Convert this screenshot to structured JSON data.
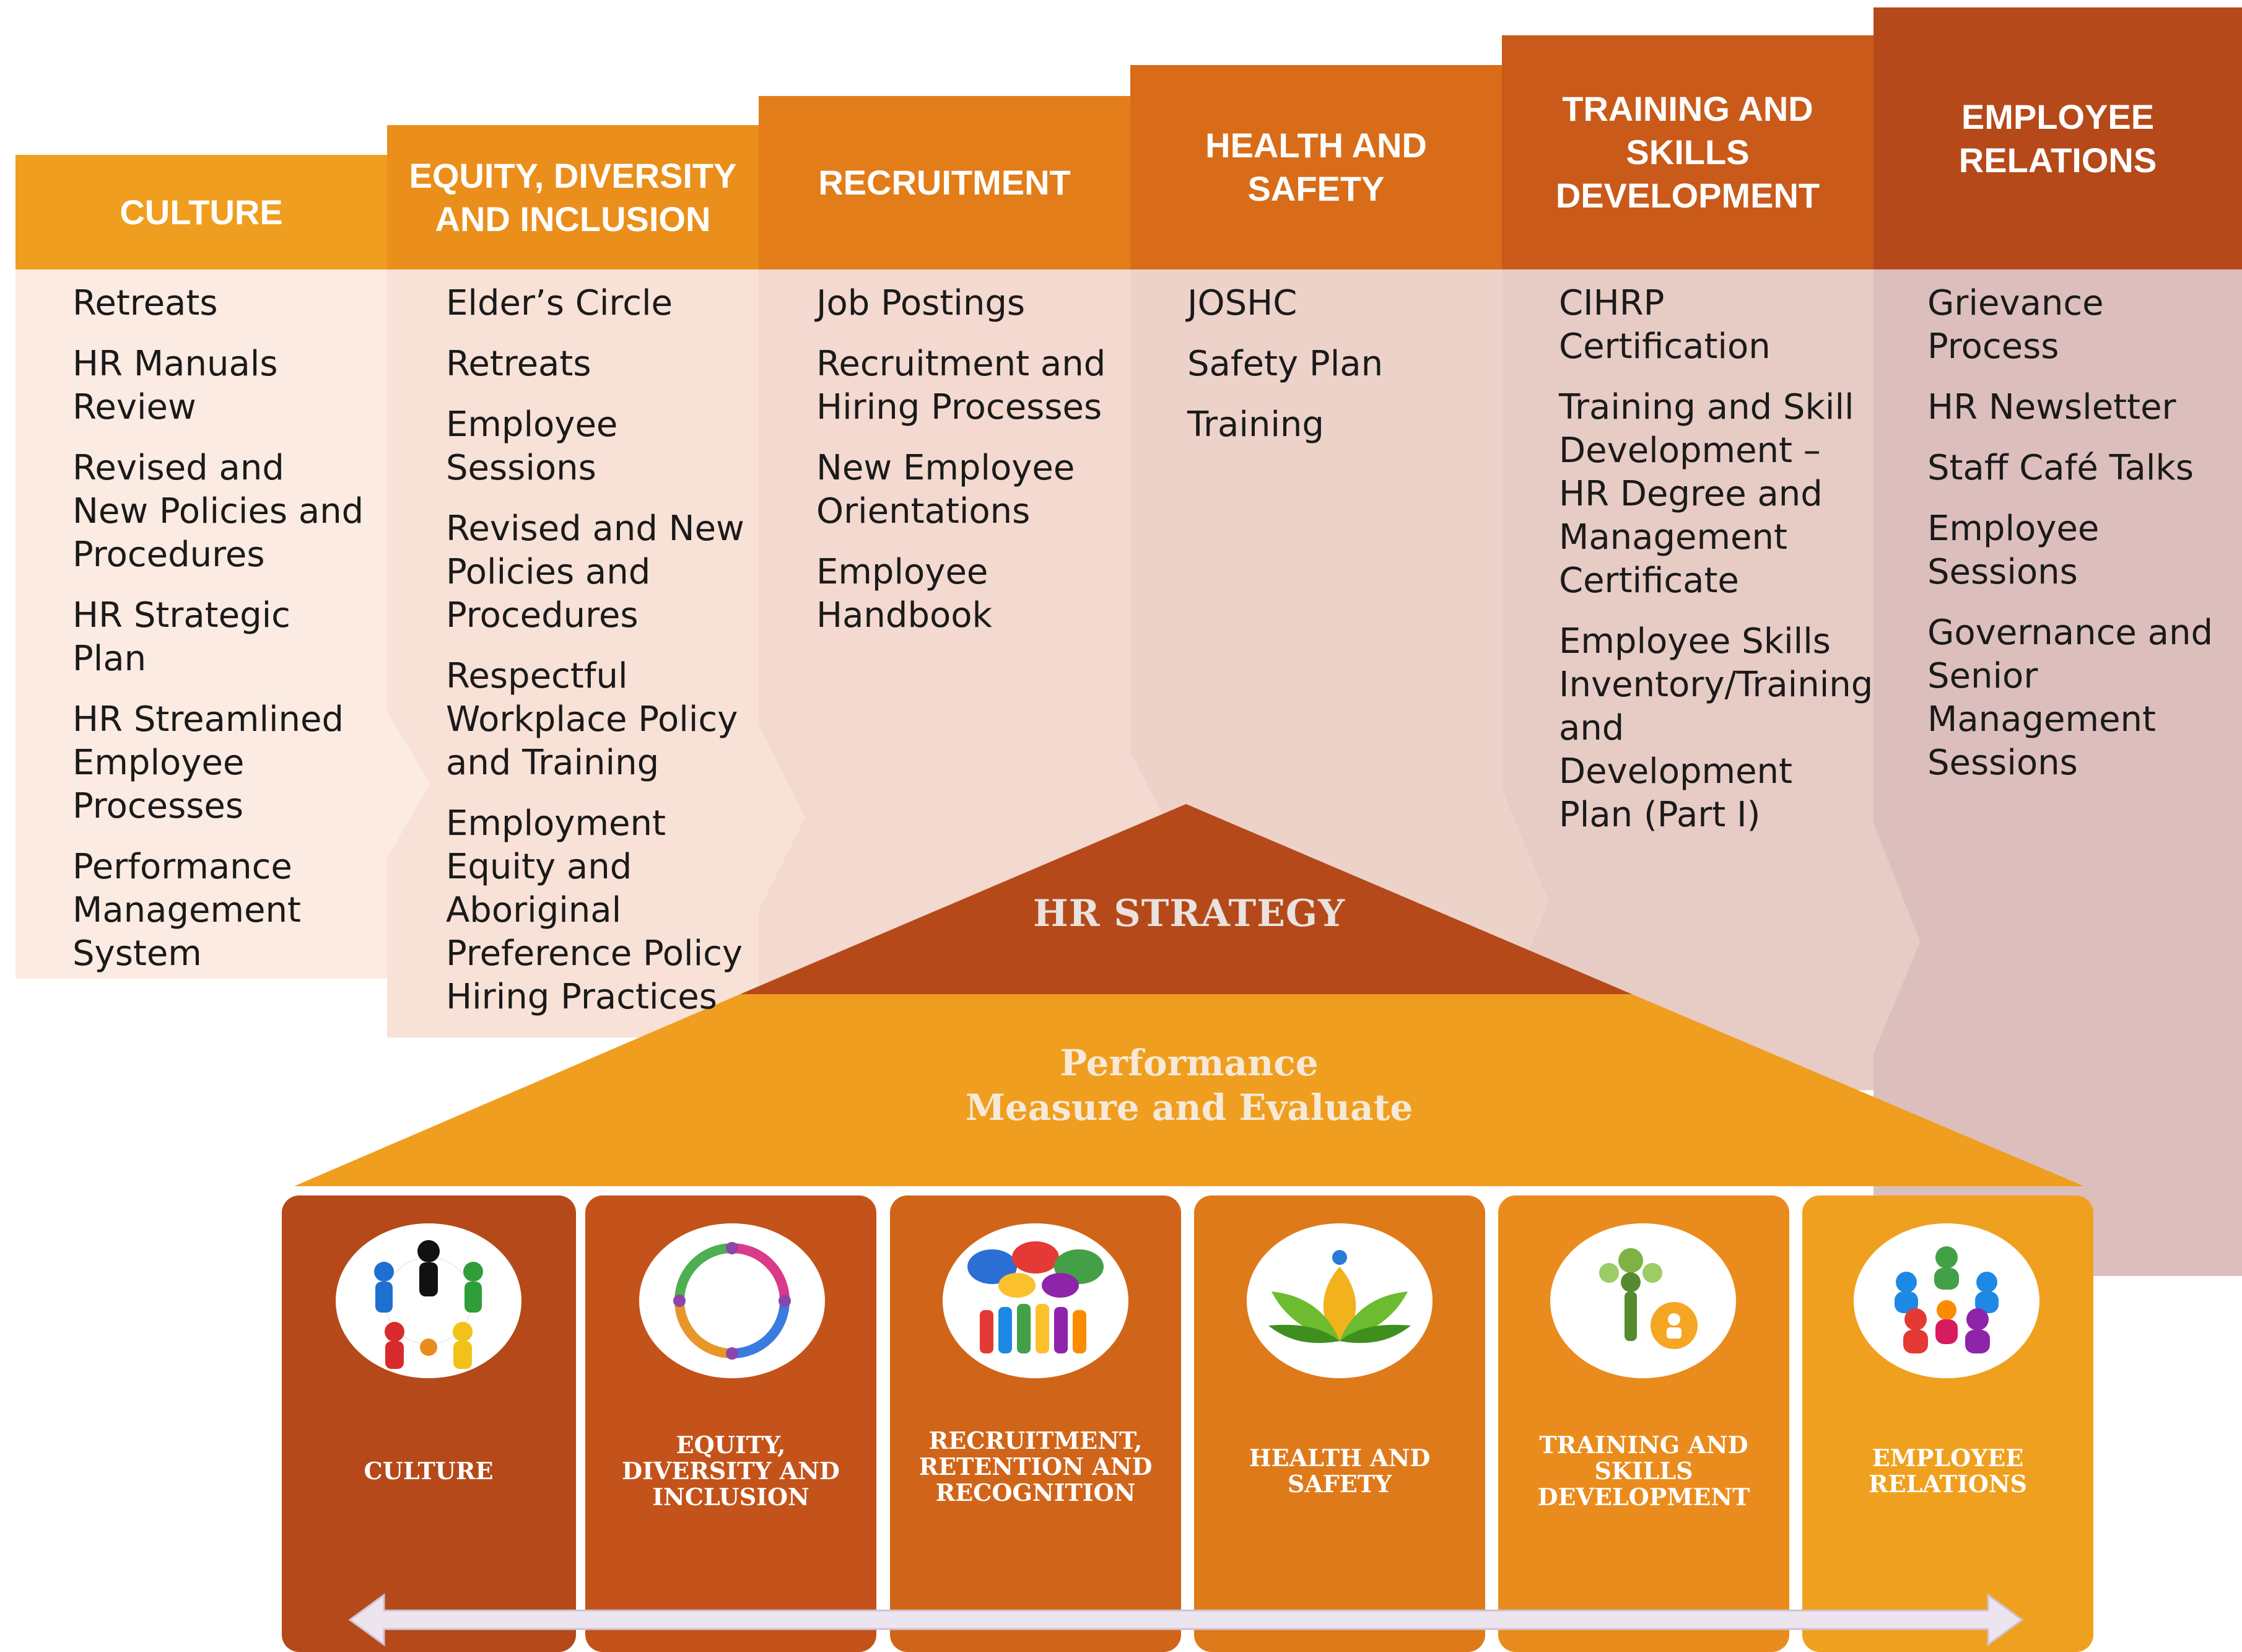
{
  "columns": [
    {
      "header": "CULTURE",
      "header_lines": [
        "CULTURE"
      ],
      "items": [
        "Retreats",
        "HR Manuals Review",
        "Revised and New Policies and Procedures",
        "HR Strategic Plan",
        "HR Streamlined Employee Processes",
        "Performance Management System"
      ]
    },
    {
      "header": "EQUITY, DIVERSITY AND INCLUSION",
      "header_lines": [
        "EQUITY, DIVERSITY",
        "AND INCLUSION"
      ],
      "items": [
        "Elder’s Circle",
        "Retreats",
        "Employee Sessions",
        "Revised and New Policies and Procedures",
        "Respectful Workplace Policy and Training",
        "Employment Equity and Aboriginal Preference Policy Hiring Practices"
      ]
    },
    {
      "header": "RECRUITMENT",
      "header_lines": [
        "RECRUITMENT"
      ],
      "items": [
        "Job Postings",
        "Recruitment and Hiring Processes",
        "New Employee Orientations",
        "Employee Handbook"
      ]
    },
    {
      "header": "HEALTH AND SAFETY",
      "header_lines": [
        "HEALTH AND SAFETY"
      ],
      "items": [
        "JOSHC",
        "Safety Plan",
        "Training"
      ]
    },
    {
      "header": "TRAINING AND SKILLS DEVELOPMENT",
      "header_lines": [
        "TRAINING AND",
        "SKILLS",
        "DEVELOPMENT"
      ],
      "items": [
        "CIHRP Certification",
        "Training and Skill Development – HR Degree and Management Certificate",
        "Employee Skills Inventory/Training and Development Plan (Part I)"
      ]
    },
    {
      "header": "EMPLOYEE RELATIONS",
      "header_lines": [
        "EMPLOYEE",
        "RELATIONS"
      ],
      "items": [
        "Grievance Process",
        "HR Newsletter",
        "Staff Café Talks",
        "Employee Sessions",
        "Governance and Senior Management Sessions"
      ]
    }
  ],
  "roof": {
    "title": "HR STRATEGY",
    "subtitle_lines": [
      "Performance",
      "Measure and Evaluate"
    ]
  },
  "pillars": [
    {
      "label_lines": [
        "CULTURE"
      ],
      "icon": "people-circle-icon"
    },
    {
      "label_lines": [
        "EQUITY,",
        "DIVERSITY AND",
        "INCLUSION"
      ],
      "icon": "hands-circle-icon"
    },
    {
      "label_lines": [
        "RECRUITMENT,",
        "RETENTION AND",
        "RECOGNITION"
      ],
      "icon": "speech-bubbles-crowd-icon"
    },
    {
      "label_lines": [
        "HEALTH AND",
        "SAFETY"
      ],
      "icon": "lotus-leaves-icon"
    },
    {
      "label_lines": [
        "TRAINING AND",
        "SKILLS",
        "DEVELOPMENT"
      ],
      "icon": "growth-tree-person-icon"
    },
    {
      "label_lines": [
        "EMPLOYEE",
        "RELATIONS"
      ],
      "icon": "team-huddle-icon"
    }
  ],
  "colors": {
    "header": [
      "#f09e1f",
      "#ea8f1b",
      "#e37d1a",
      "#d96c18",
      "#c95a1a",
      "#b5491a"
    ],
    "panel": [
      "#fbebe2",
      "#f8e1d6",
      "#f3d9cf",
      "#edd2ca",
      "#e7cbc5",
      "#dcbfbc"
    ],
    "pillar": [
      "#b5491a",
      "#c3531a",
      "#d0651a",
      "#df7a1b",
      "#ea8c1d",
      "#f0a01f"
    ],
    "roof_dark": "#b5491a",
    "roof_light": "#f09e1f"
  }
}
